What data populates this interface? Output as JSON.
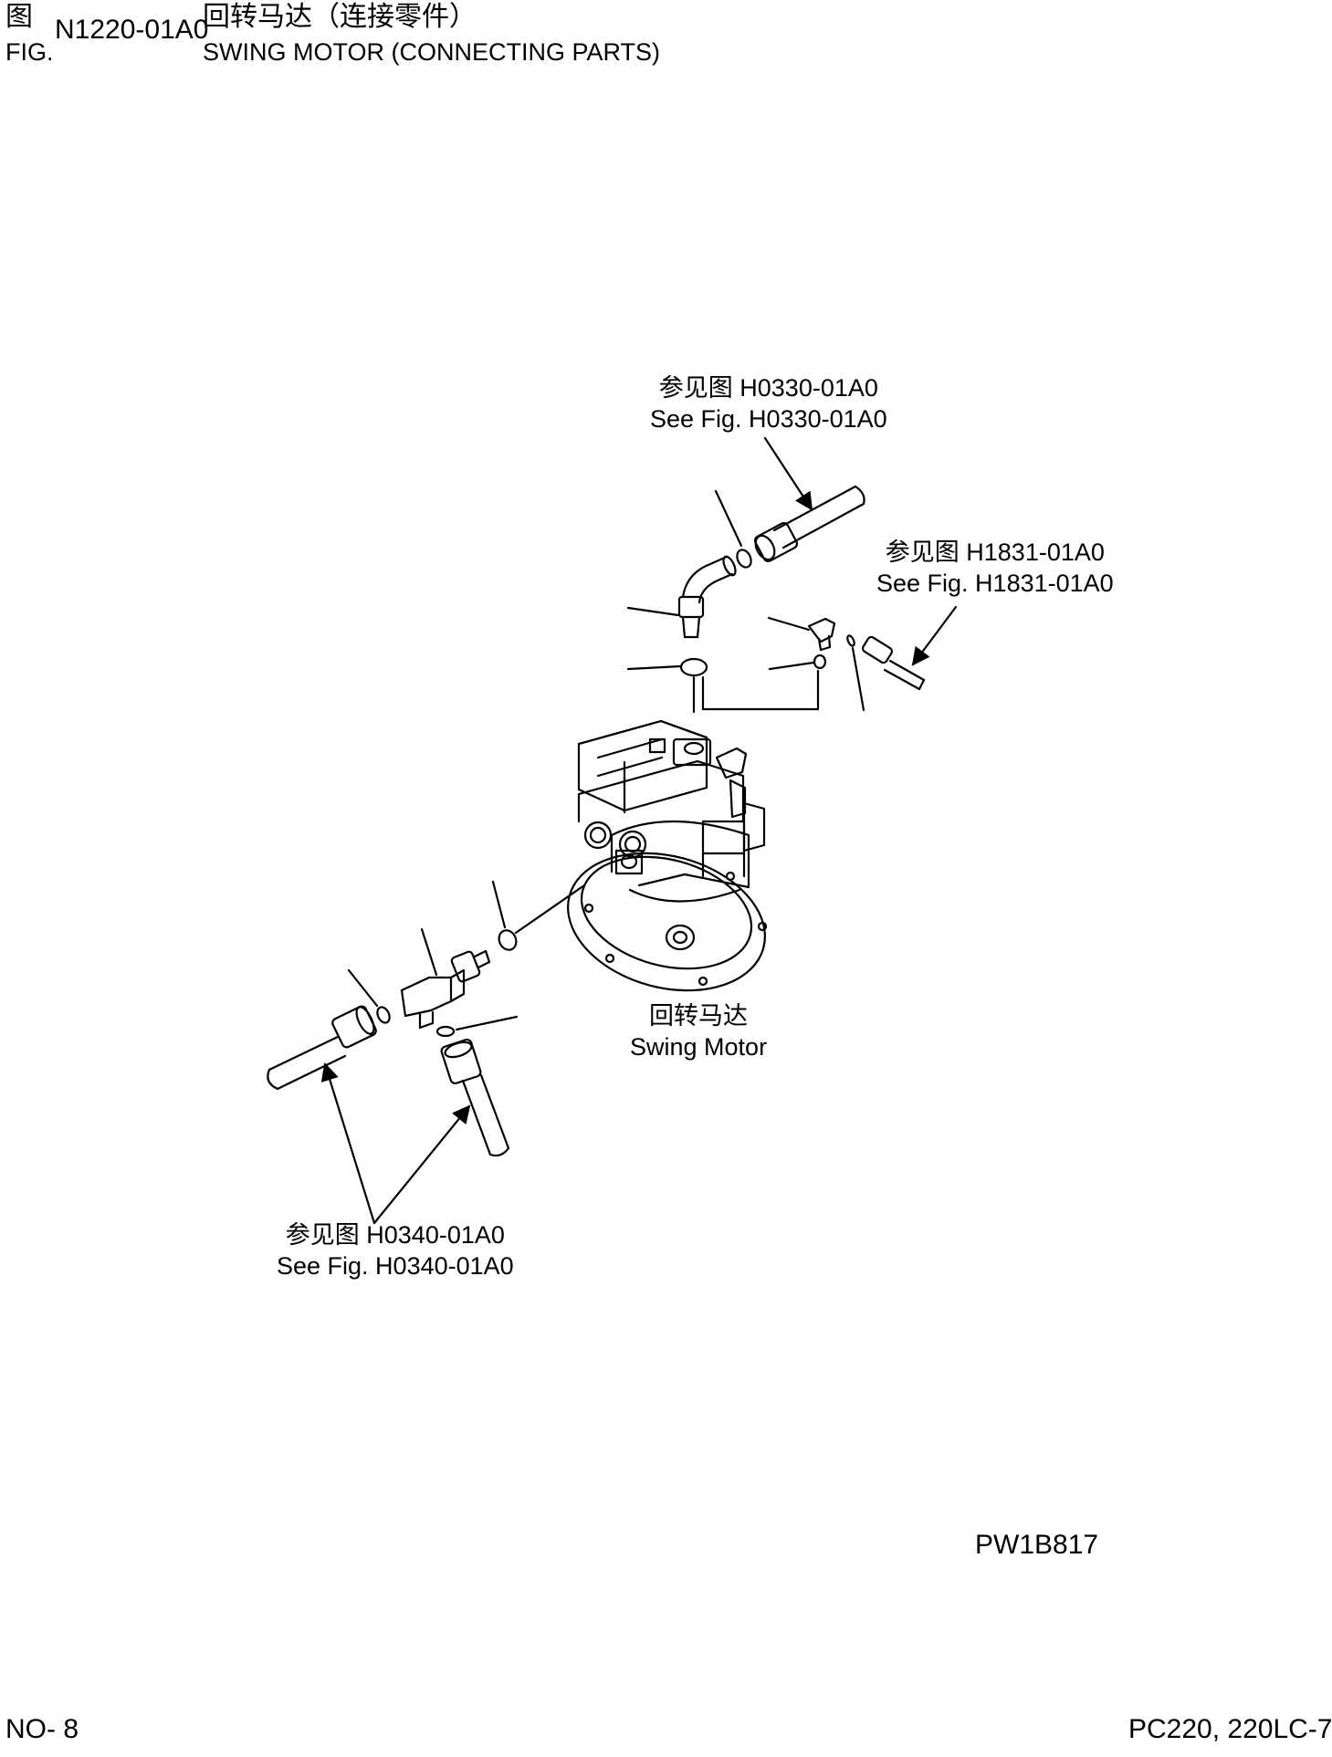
{
  "header": {
    "fig_cn": "图",
    "fig_en": "FIG.",
    "fig_number": "N1220-01A0",
    "title_cn": "回转马达（连接零件）",
    "title_en": "SWING MOTOR (CONNECTING PARTS)"
  },
  "refs": {
    "h0330": {
      "cn": "参见图 H0330-01A0",
      "en": "See Fig. H0330-01A0"
    },
    "h1831": {
      "cn": "参见图 H1831-01A0",
      "en": "See Fig. H1831-01A0"
    },
    "h0340": {
      "cn": "参见图 H0340-01A0",
      "en": "See Fig. H0340-01A0"
    }
  },
  "motor_label": {
    "cn": "回转马达",
    "en": "Swing Motor"
  },
  "drawing_code": "PW1B817",
  "footer": {
    "page": "NO- 8",
    "model": "PC220, 220LC-7"
  },
  "colors": {
    "line": "#000000",
    "background": "#ffffff"
  }
}
